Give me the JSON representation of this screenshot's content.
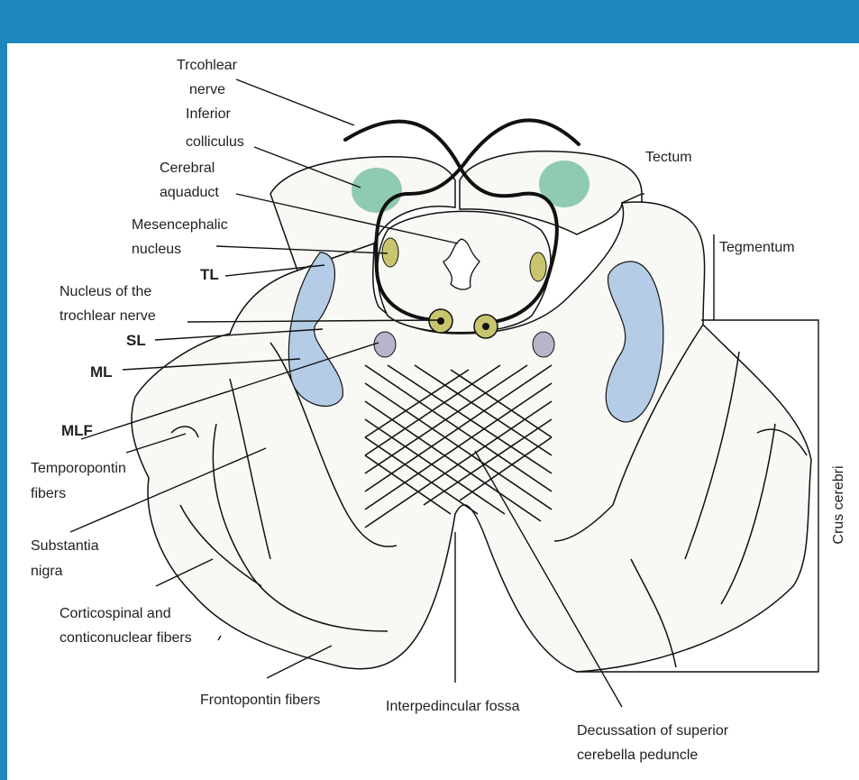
{
  "labels": {
    "trochlear_nerve": [
      "Trcohlear",
      "nerve"
    ],
    "inferior_colliculus": [
      "Inferior",
      "colliculus"
    ],
    "cerebral_aqueduct": [
      "Cerebral",
      "aquaduct"
    ],
    "mesencephalic_nucleus": [
      "Mesencephalic",
      "nucleus"
    ],
    "tl": "TL",
    "nucleus_trochlear": [
      "Nucleus of the",
      "trochlear nerve"
    ],
    "sl": "SL",
    "ml": "ML",
    "mlf": "MLF",
    "temporopontin": [
      "Temporopontin",
      "fibers"
    ],
    "substantia_nigra": [
      "Substantia",
      "nigra"
    ],
    "corticospinal": [
      "Corticospinal and",
      "conticonuclear fibers"
    ],
    "frontopontin": "Frontopontin fibers",
    "interpeduncular": "Interpedincular fossa",
    "decussation": [
      "Decussation of superior",
      "cerebella peduncle"
    ],
    "tectum": "Tectum",
    "tegmentum": "Tegmentum",
    "crus_cerebri": "Crus cerebri"
  },
  "colors": {
    "header": "#1f86bd",
    "inferior_colliculus": "#8fcbb0",
    "lemniscus": "#b5cce6",
    "nucleus": "#c9c46e",
    "mlf": "#b9b4c9",
    "tissue": "#f8f8f5"
  }
}
